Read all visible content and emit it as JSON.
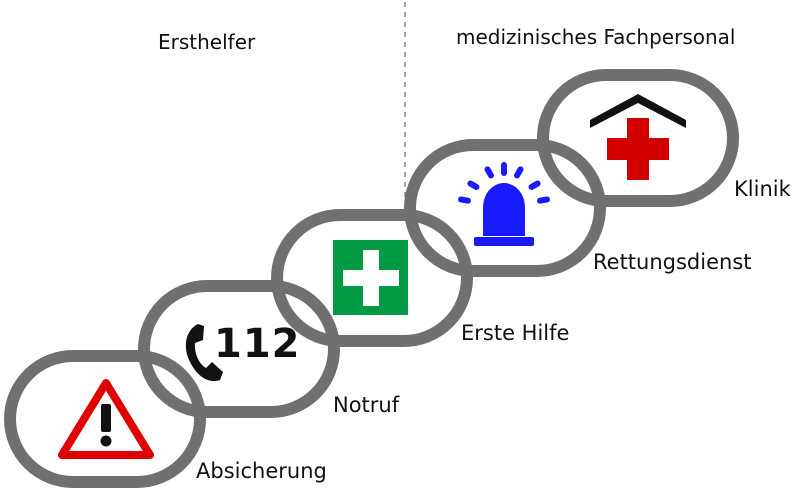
{
  "headings": {
    "left": "Ersthelfer",
    "right": "medizinisches Fachpersonal"
  },
  "steps": [
    {
      "label": "Absicherung",
      "icon": "warning-triangle-icon"
    },
    {
      "label": "Notruf",
      "icon": "phone-icon",
      "icon_text": "112"
    },
    {
      "label": "Erste Hilfe",
      "icon": "first-aid-cross-icon"
    },
    {
      "label": "Rettungsdienst",
      "icon": "siren-light-icon"
    },
    {
      "label": "Klinik",
      "icon": "hospital-icon"
    }
  ],
  "colors": {
    "chain": "#707070",
    "warning_red": "#e00000",
    "first_aid_green": "#009a44",
    "siren_blue": "#1a1aff",
    "hospital_red": "#d40000",
    "divider": "#888888",
    "ink": "#111111"
  }
}
